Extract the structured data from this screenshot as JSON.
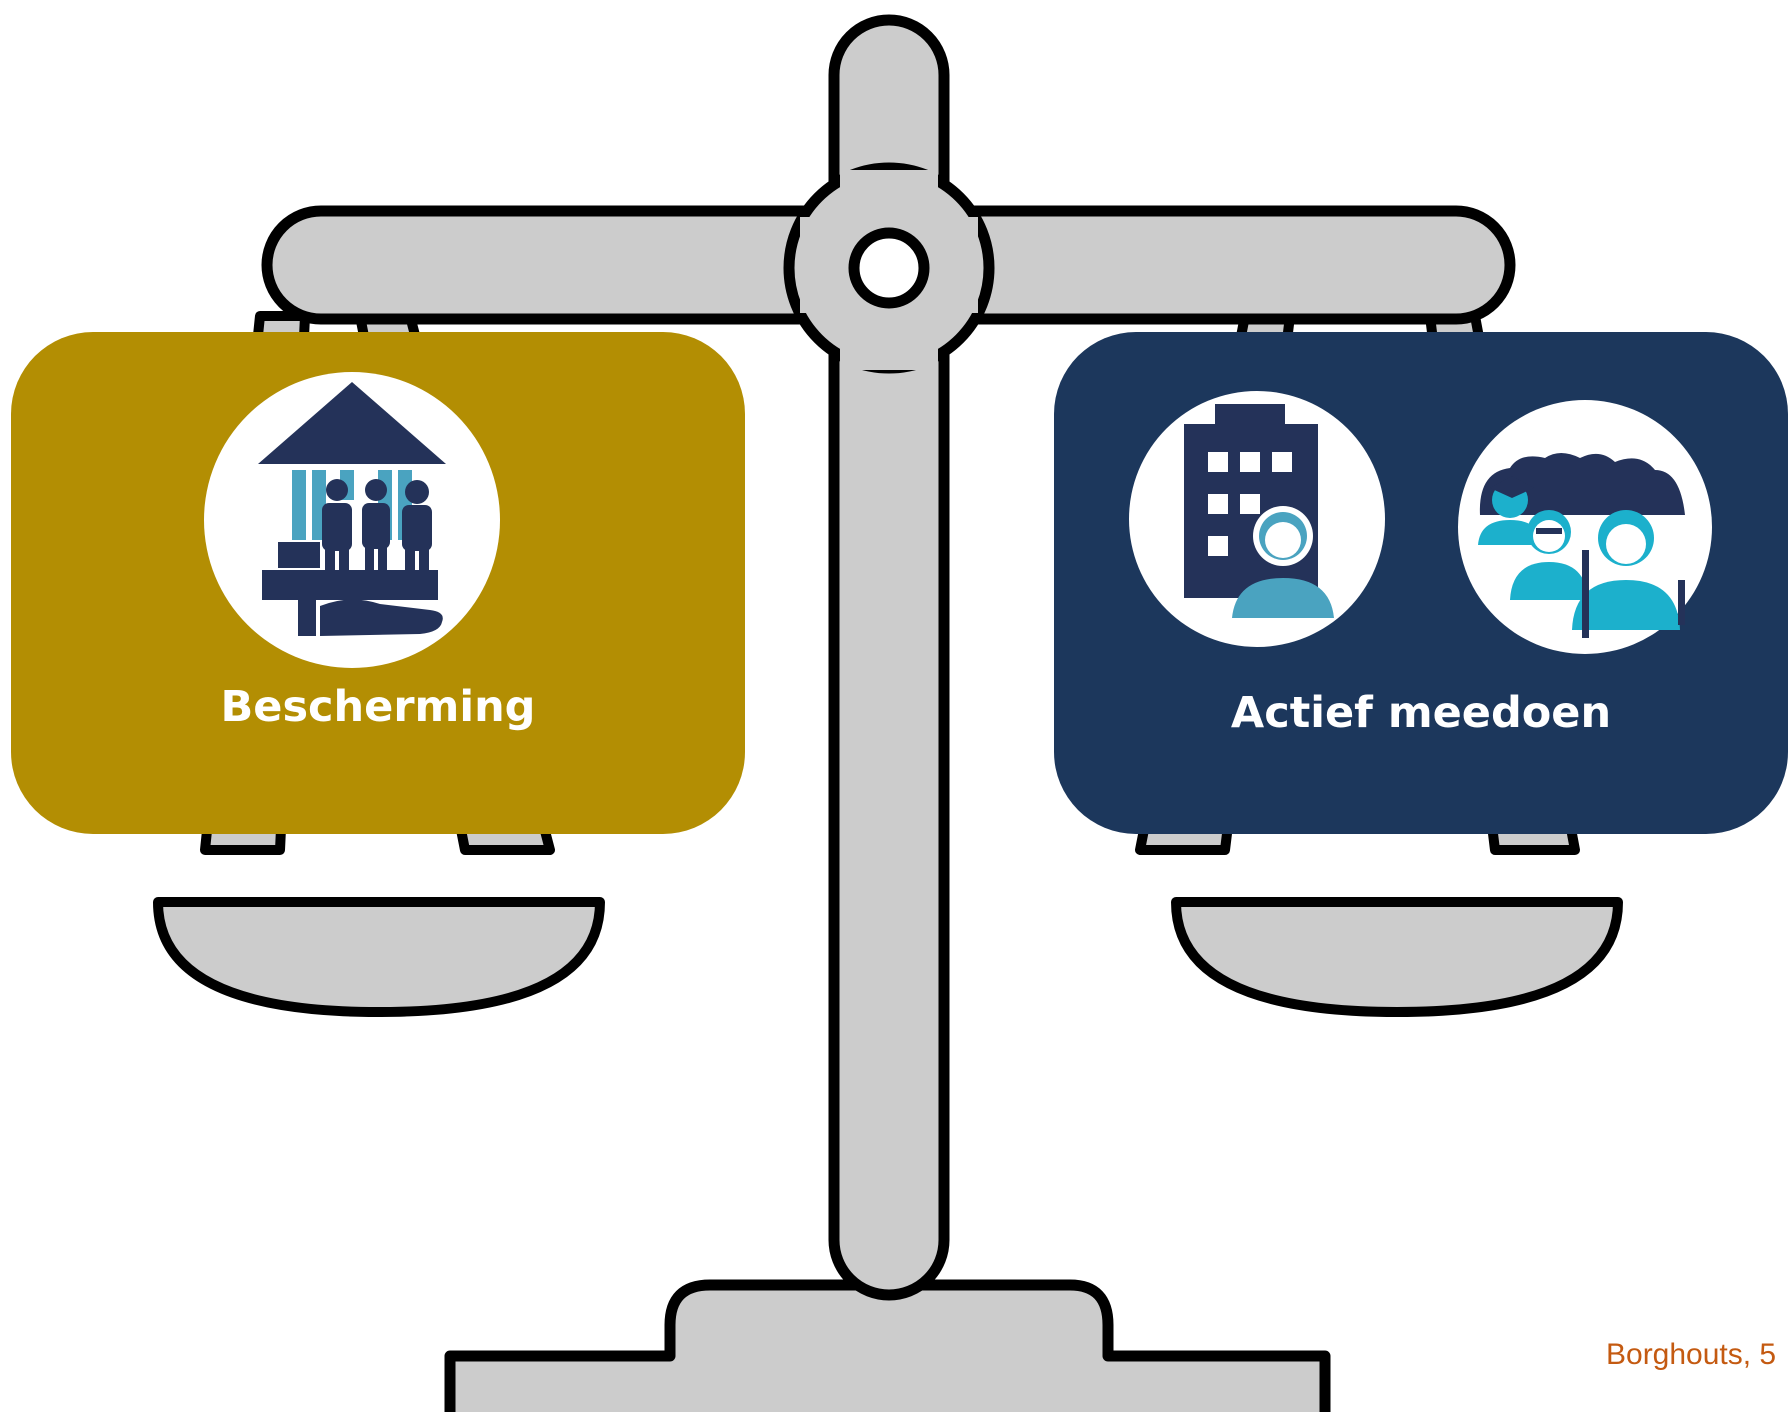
{
  "diagram": {
    "left_panel": {
      "label": "Bescherming",
      "icon": "protection-icon",
      "color": "#b38e03"
    },
    "right_panel": {
      "label": "Actief meedoen",
      "icons": [
        "workplace-icon",
        "community-icon"
      ],
      "color": "#1c375c"
    },
    "credit": "Borghouts, 5"
  },
  "colors": {
    "scale_fill": "#cccccc",
    "scale_outline": "#000000",
    "icon_navy": "#243259",
    "icon_teal": "#4aa3c0",
    "icon_cyan": "#1cb0cc",
    "credit_text": "#c45a11"
  }
}
